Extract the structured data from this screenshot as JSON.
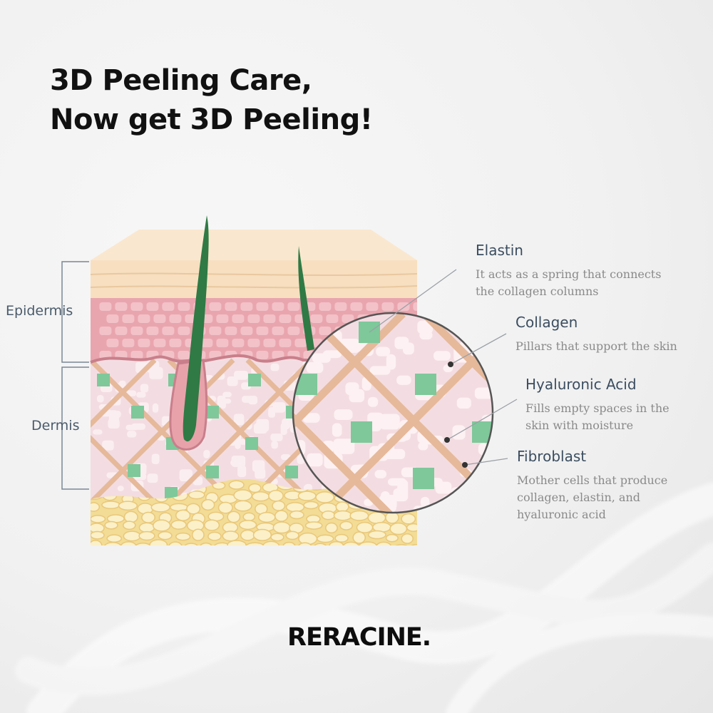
{
  "headline": {
    "line1": "3D Peeling Care,",
    "line2": "Now get 3D Peeling!"
  },
  "layers": {
    "epidermis": "Epidermis",
    "dermis": "Dermis"
  },
  "callouts": [
    {
      "title": "Elastin",
      "desc_lines": [
        "It acts as a spring that connects",
        "the collagen columns"
      ]
    },
    {
      "title": "Collagen",
      "desc_lines": [
        "Pillars that support the skin"
      ]
    },
    {
      "title": "Hyaluronic Acid",
      "desc_lines": [
        "Fills empty spaces in the",
        "skin with moisture"
      ]
    },
    {
      "title": "Fibroblast",
      "desc_lines": [
        "Mother cells that produce",
        "collagen, elastin, and",
        "hyaluronic acid"
      ]
    }
  ],
  "brand": "RERACINE.",
  "colors": {
    "stratum_corneum": "#f7dfc0",
    "epidermis": "#e9a5ae",
    "dermis": "#f3dde2",
    "subcutaneous": "#f3dc95",
    "collagen_fiber": "#e5b99a",
    "fibroblast": "#7ec89a",
    "hair": "#2f7a45",
    "follicle": "#e8a2aa"
  },
  "icons": [
    "dna-helix-background-icon",
    "hair-shaft-icon",
    "magnifier-circle-icon"
  ]
}
